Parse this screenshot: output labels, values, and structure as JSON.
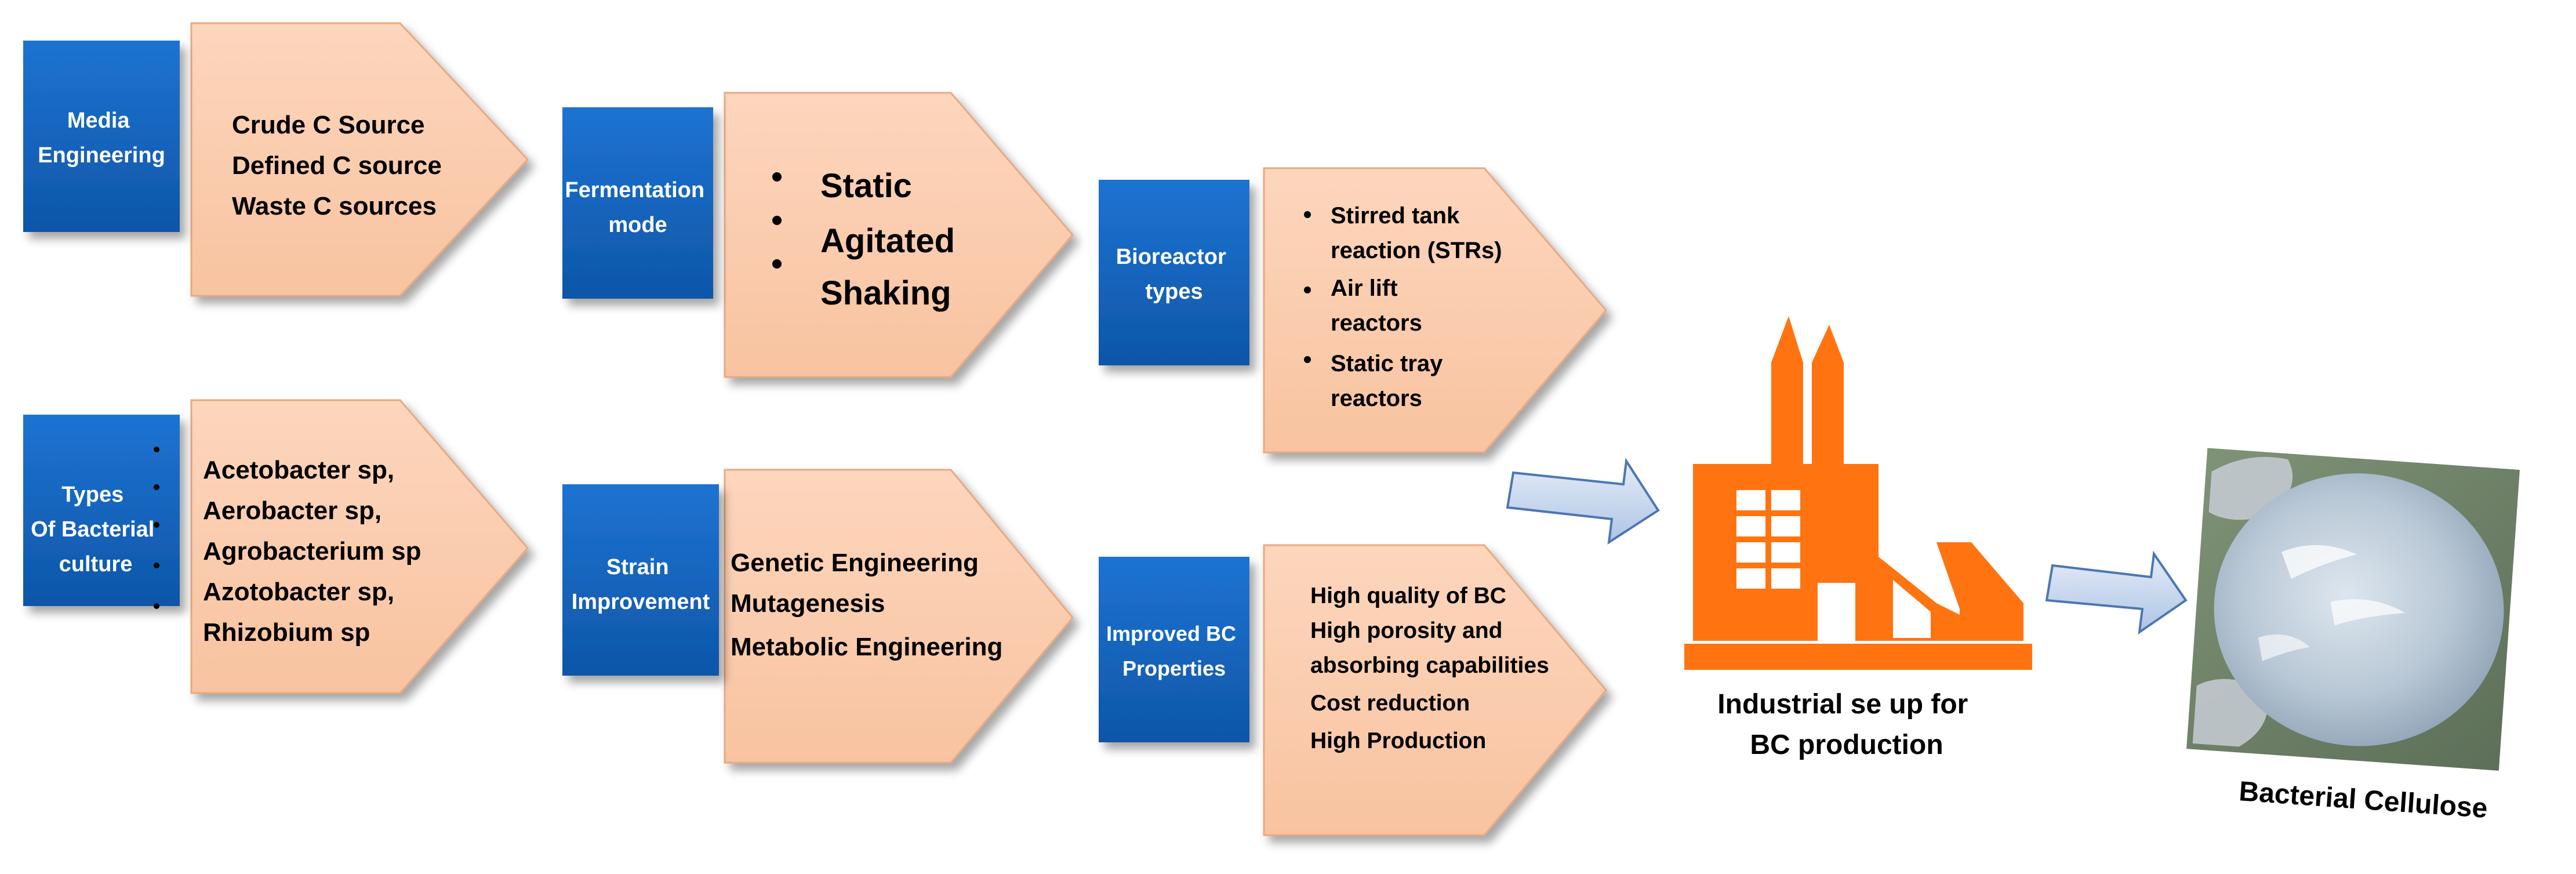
{
  "colors": {
    "blue_box": "#1565c0",
    "peach_arrow": "#fccdaf",
    "factory": "#ff7411",
    "flow_arrow": "#c7d7ee",
    "flow_arrow_stroke": "#4d76b3"
  },
  "rows": {
    "top": [
      {
        "title": [
          "Media",
          "Engineering"
        ],
        "items": [
          "Crude C   Source",
          "Defined C source",
          "Waste C sources"
        ]
      },
      {
        "title": [
          "Fermentation",
          "mode"
        ],
        "items": [
          "Static",
          "Agitated",
          "Shaking"
        ]
      },
      {
        "title": [
          "Bioreactor",
          "types"
        ],
        "items": [
          "Stirred tank",
          "reaction (STRs)",
          "Air lift",
          "reactors",
          "Static tray",
          "reactors"
        ]
      }
    ],
    "bottom": [
      {
        "title": [
          "Types",
          "Of Bacterial",
          "culture"
        ],
        "items": [
          "Acetobacter sp,",
          "Aerobacter sp,",
          "Agrobacterium sp",
          "Azotobacter sp,",
          "Rhizobium  sp"
        ]
      },
      {
        "title": [
          "Strain",
          "Improvement"
        ],
        "items": [
          "Genetic Engineering",
          "Mutagenesis",
          "Metabolic Engineering"
        ]
      },
      {
        "title": [
          "Improved BC",
          "Properties"
        ],
        "items": [
          "High quality of BC",
          "High porosity and",
          "absorbing capabilities",
          "Cost reduction",
          "High Production"
        ]
      }
    ]
  },
  "factory": {
    "icon": "factory-icon",
    "caption": [
      "Industrial se up for",
      "BC production"
    ]
  },
  "product": {
    "icon": "bacterial-cellulose-photo",
    "caption": "Bacterial Cellulose"
  }
}
